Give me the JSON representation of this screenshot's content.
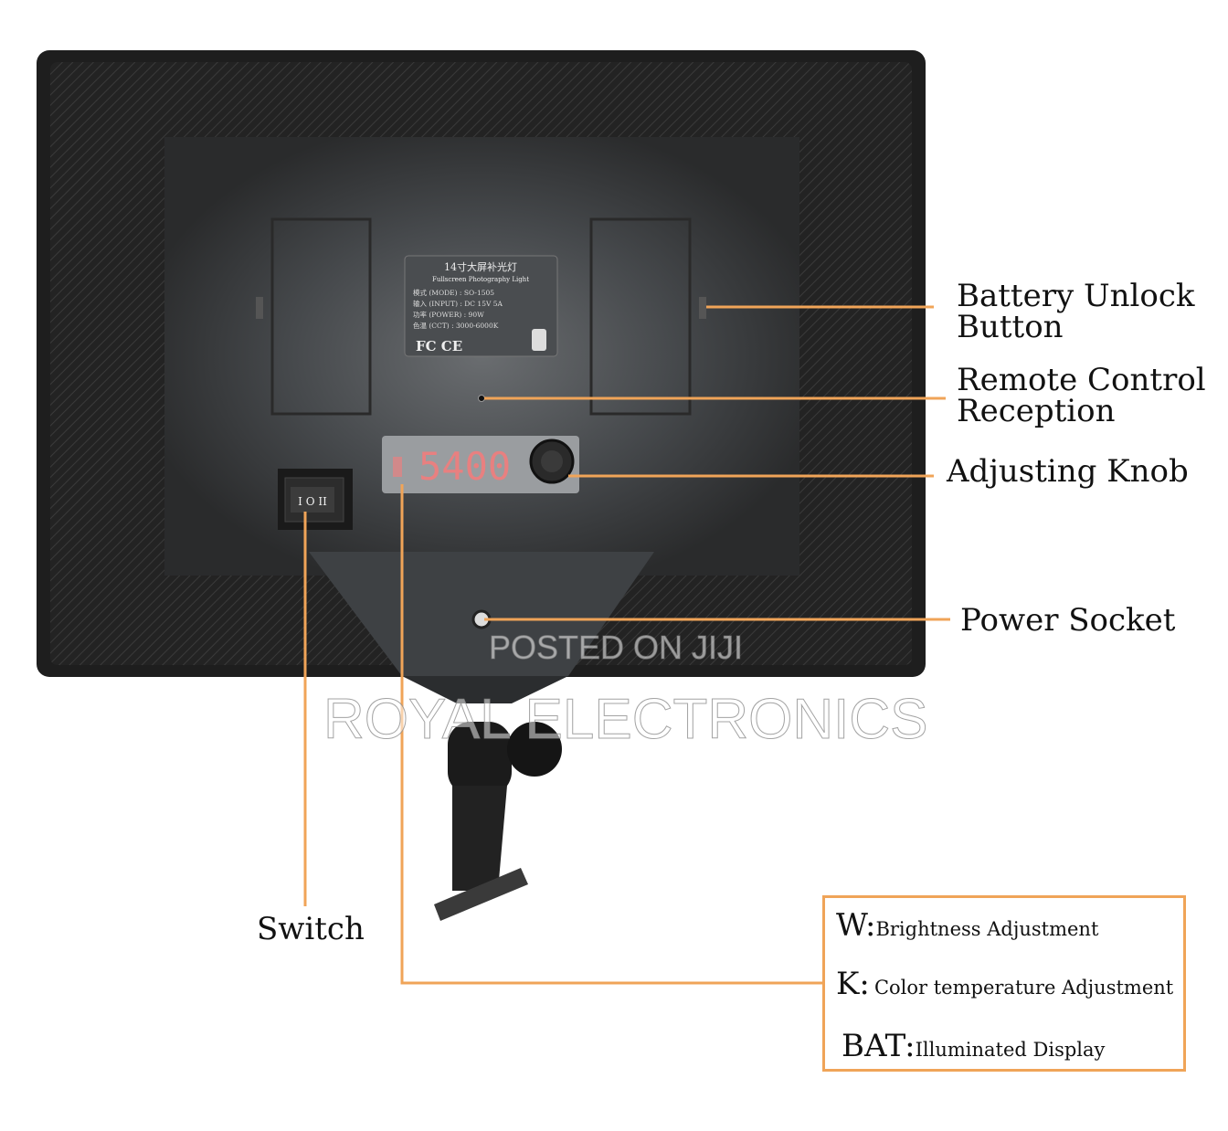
{
  "labels": {
    "battery_unlock": [
      "Battery Unlock",
      "Button"
    ],
    "remote_control": [
      "Remote Control",
      "Reception"
    ],
    "adjusting_knob": "Adjusting Knob",
    "power_socket": "Power Socket",
    "switch": "Switch"
  },
  "legend": [
    {
      "key": "W:",
      "value": "Brightness Adjustment"
    },
    {
      "key": "K:",
      "value": "Color temperature Adjustment"
    },
    {
      "key": "BAT:",
      "value": "Illuminated Display"
    }
  ],
  "device": {
    "display_value": "5400",
    "plate": {
      "title": "14寸大屏补光灯",
      "subtitle": "Fullscreen Photography Light",
      "specs": [
        "模式 (MODE) : SO-1505",
        "输入 (INPUT) : DC 15V 5A",
        "功率 (POWER) : 90W",
        "色温 (CCT) : 3000-6000K"
      ],
      "marks": "FC CE"
    },
    "switch_symbols": "I O II"
  },
  "watermarks": [
    "POSTED ON JIJI",
    "ROYAL ELECTRONICS"
  ],
  "colors": {
    "accent_line": "#f0a458",
    "panel": "#2b2b2b",
    "panel_center": "#5a5d60",
    "display_digits": "#e88080"
  }
}
